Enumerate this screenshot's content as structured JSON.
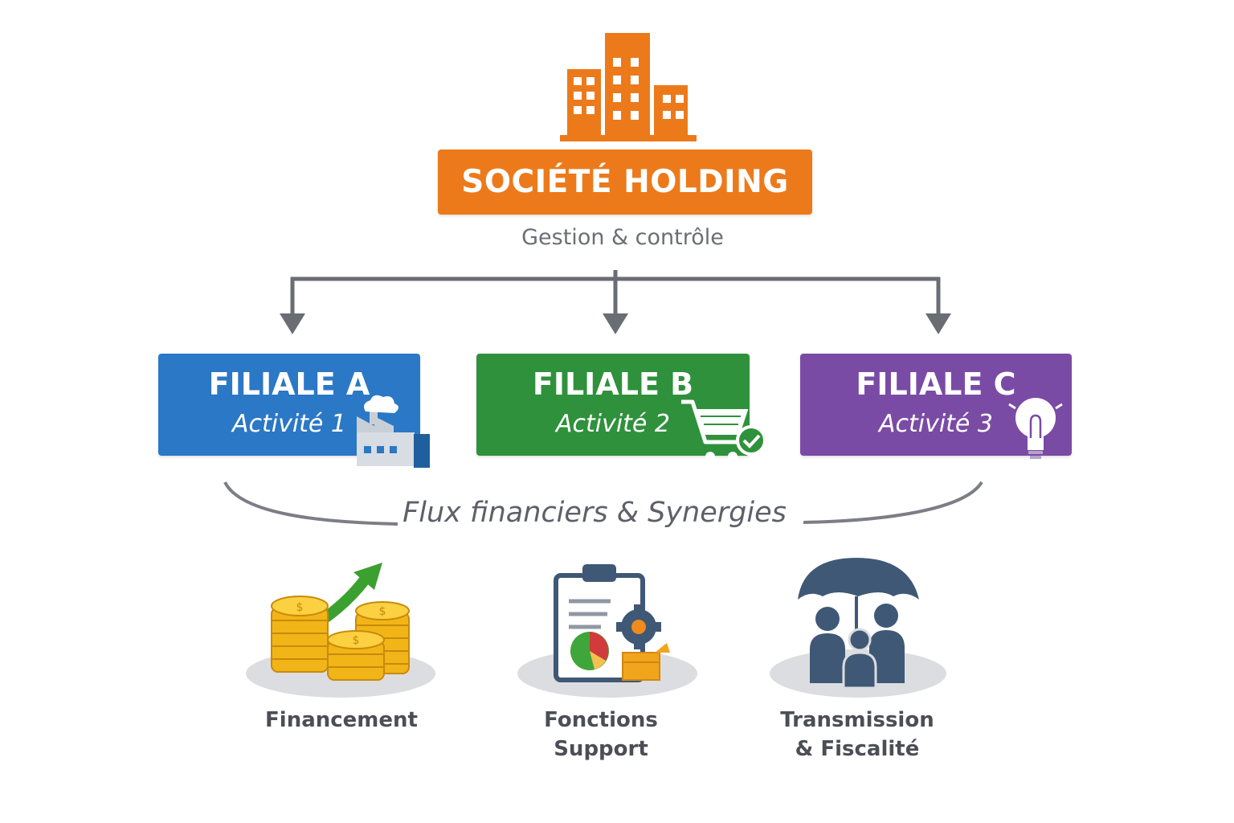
{
  "holding": {
    "title": "SOCIÉTÉ HOLDING",
    "subtitle": "Gestion & contrôle",
    "icon": "building-icon",
    "color": "#ec7a1a"
  },
  "subsidiaries": [
    {
      "name": "FILIALE A",
      "activity": "Activité 1",
      "icon": "factory-icon",
      "color": "#2b78c6"
    },
    {
      "name": "FILIALE B",
      "activity": "Activité 2",
      "icon": "shopping-cart-check-icon",
      "color": "#2f913c"
    },
    {
      "name": "FILIALE C",
      "activity": "Activité 3",
      "icon": "lightbulb-icon",
      "color": "#7a4ba5"
    }
  ],
  "flows_label": "Flux financiers & Synergies",
  "benefits": [
    {
      "label_line1": "Financement",
      "label_line2": "",
      "icon": "coins-growth-icon"
    },
    {
      "label_line1": "Fonctions",
      "label_line2": "Support",
      "icon": "clipboard-gear-icon"
    },
    {
      "label_line1": "Transmission",
      "label_line2": "& Fiscalité",
      "icon": "family-umbrella-icon"
    }
  ]
}
